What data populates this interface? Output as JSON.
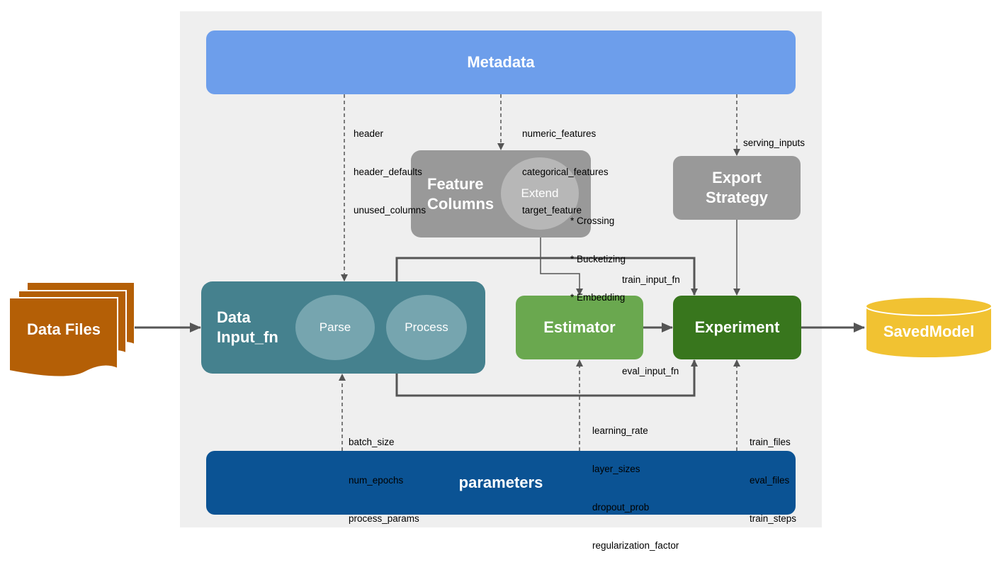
{
  "nodes": {
    "metadata": "Metadata",
    "parameters": "parameters",
    "feature_columns": [
      "Feature",
      "Columns"
    ],
    "extend": "Extend",
    "export_strategy": [
      "Export",
      "Strategy"
    ],
    "data_input_fn": [
      "Data",
      "Input_fn"
    ],
    "parse": "Parse",
    "process": "Process",
    "estimator": "Estimator",
    "experiment": "Experiment",
    "data_files": "Data Files",
    "savedmodel": "SavedModel"
  },
  "edge_labels": {
    "metadata_to_input": [
      "header",
      "header_defaults",
      "unused_columns"
    ],
    "metadata_to_features": [
      "numeric_features",
      "categorical_features",
      "target_feature"
    ],
    "metadata_to_export": [
      "serving_inputs"
    ],
    "extend_ops": [
      "* Crossing",
      "* Bucketizing",
      "* Embedding"
    ],
    "train_input_fn": "train_input_fn",
    "eval_input_fn": "eval_input_fn",
    "params_to_input": [
      "batch_size",
      "num_epochs",
      "process_params"
    ],
    "params_to_estimator": [
      "learning_rate",
      "layer_sizes",
      "dropout_prob",
      "regularization_factor"
    ],
    "params_to_experiment": [
      "train_files",
      "eval_files",
      "train_steps"
    ]
  },
  "colors": {
    "metadata": "#6d9eeb",
    "parameters": "#0b5394",
    "feature_columns": "#999999",
    "data_input_fn": "#45818e",
    "estimator": "#6aa84f",
    "experiment": "#38761d",
    "data_files": "#b45f06",
    "savedmodel": "#f1c232"
  }
}
